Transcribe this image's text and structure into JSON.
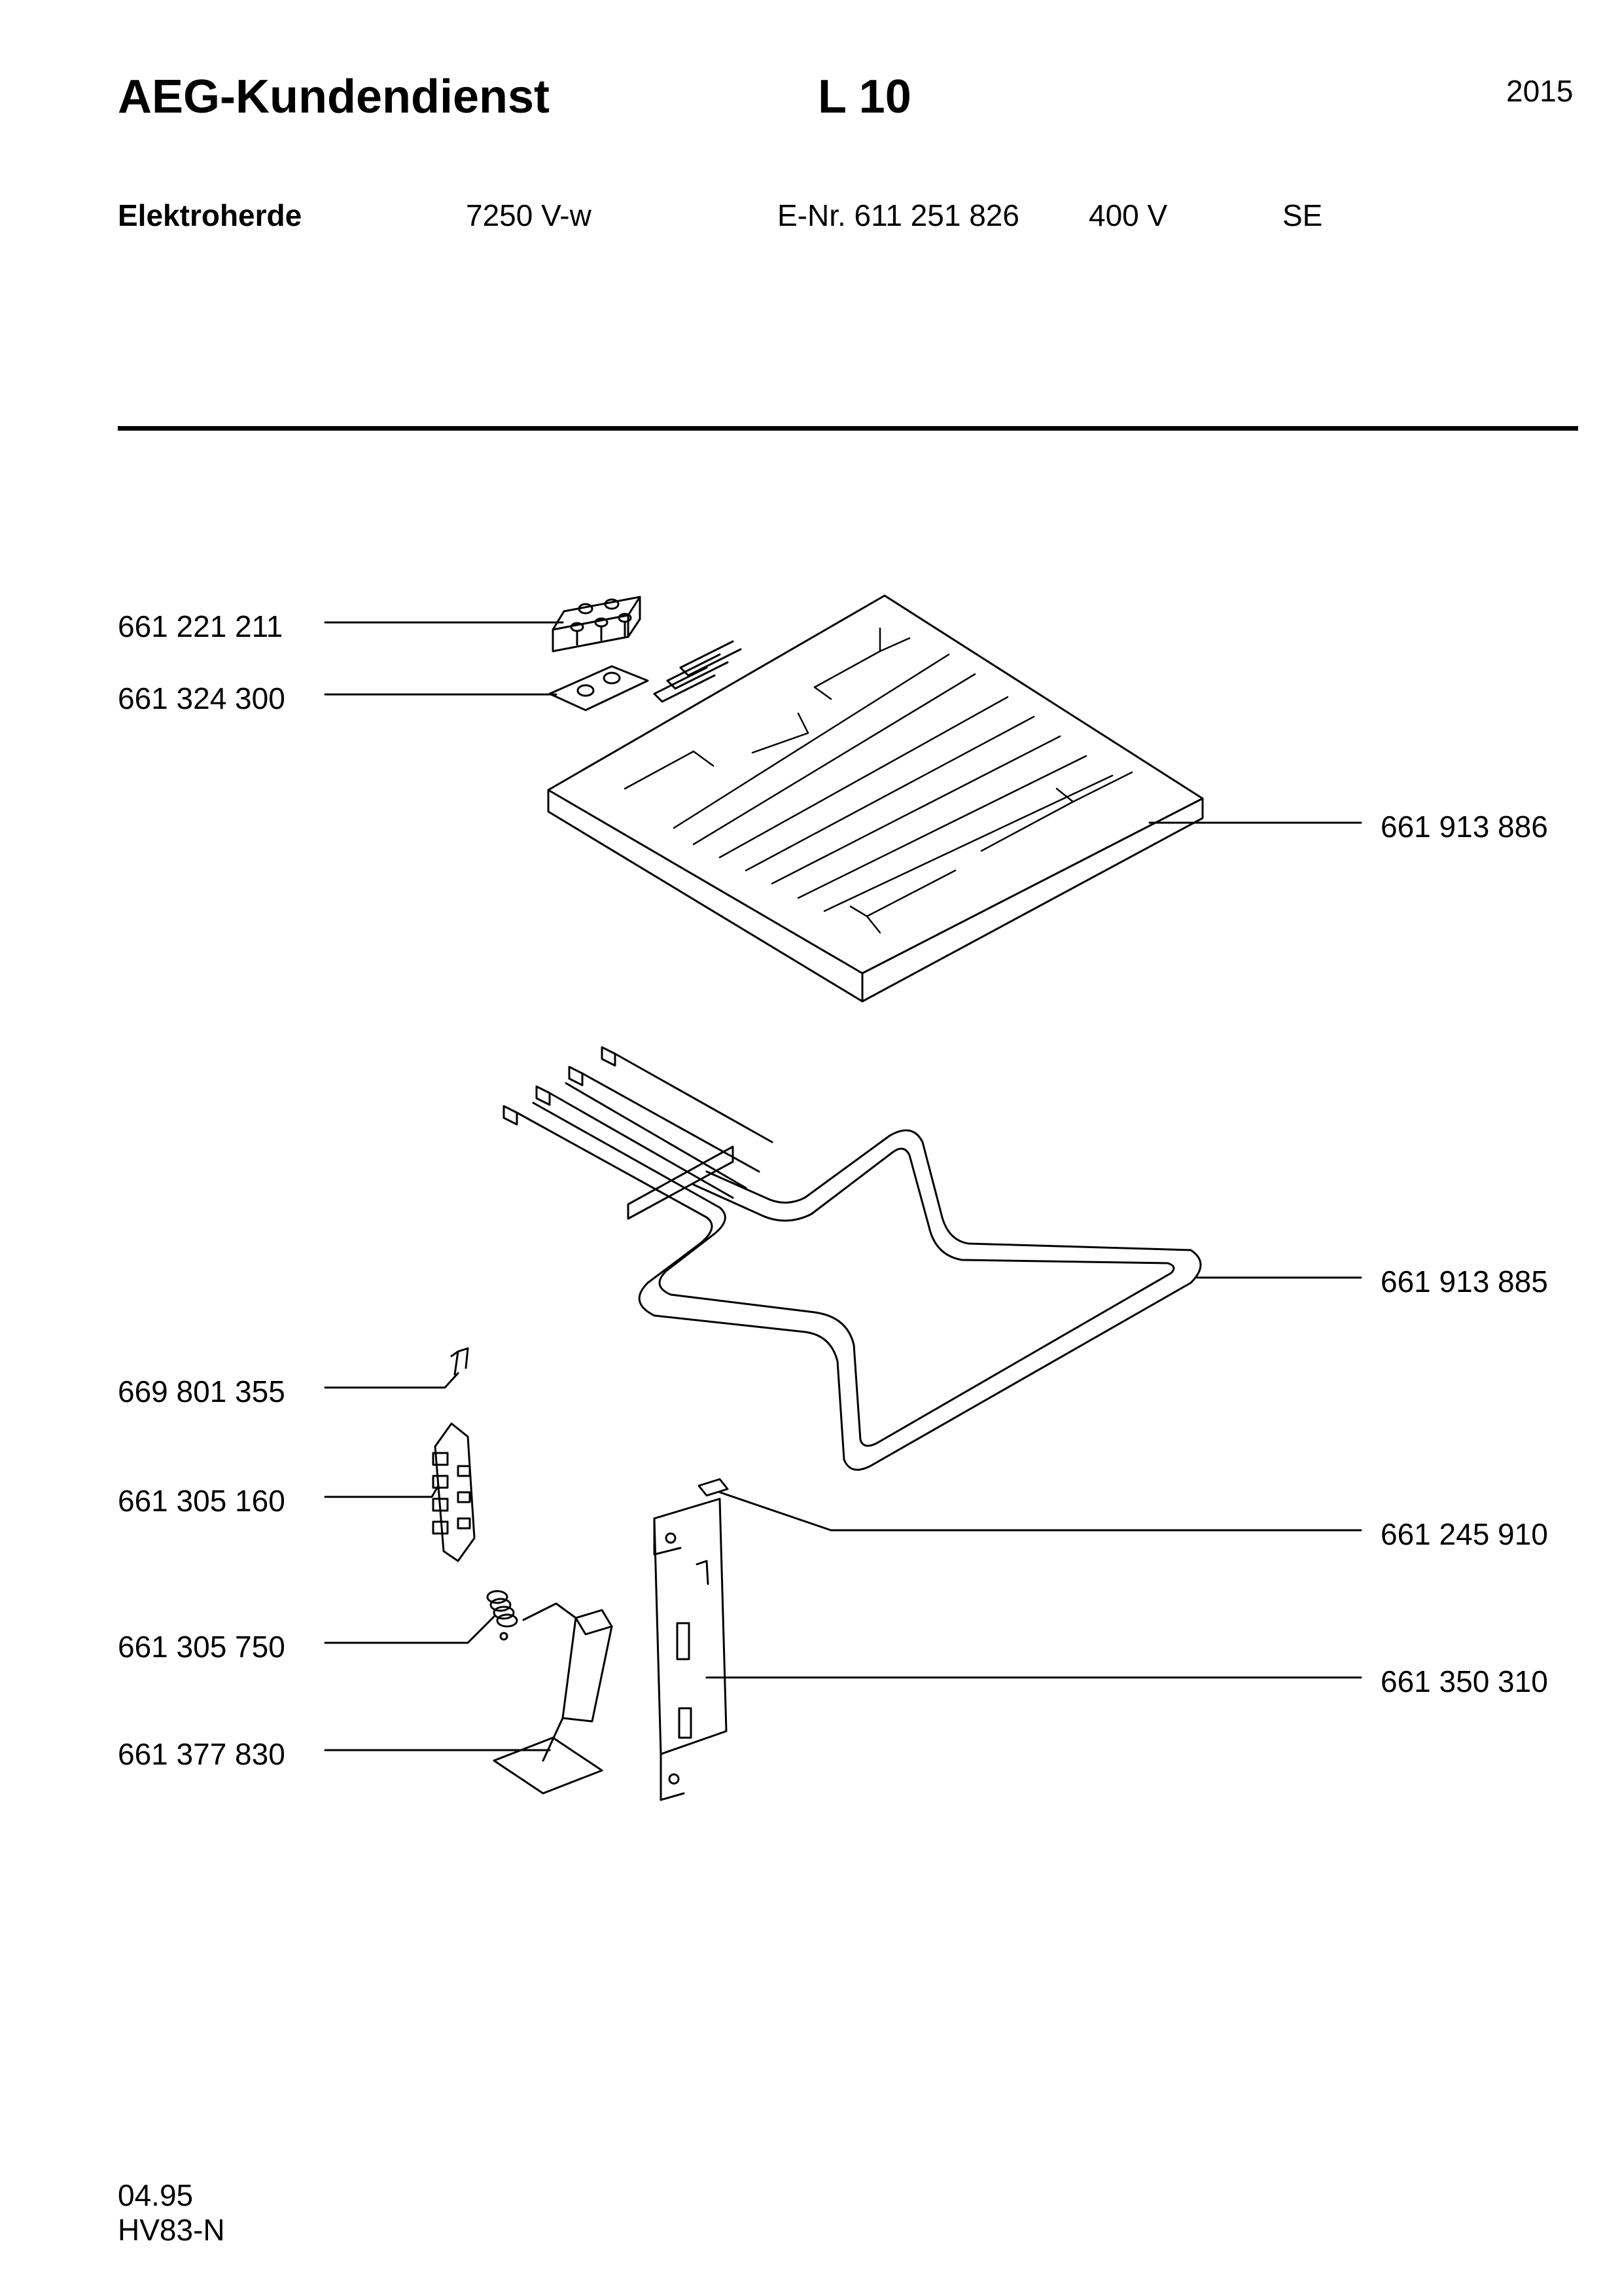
{
  "header": {
    "brand": "AEG-Kundendienst",
    "model": "L 10",
    "page_number": "2015"
  },
  "product_line": {
    "category": "Elektroherde",
    "model_variant": "7250 V-w",
    "e_nr": "E-Nr. 611 251 826",
    "voltage": "400 V",
    "country": "SE"
  },
  "parts": [
    {
      "part_no": "661 221 211",
      "depicts": "terminal-block"
    },
    {
      "part_no": "661 324 300",
      "depicts": "terminal-plate"
    },
    {
      "part_no": "661 913 886",
      "depicts": "top-heating-plate"
    },
    {
      "part_no": "661 913 885",
      "depicts": "grill-element"
    },
    {
      "part_no": "669 801 355",
      "depicts": "clip"
    },
    {
      "part_no": "661 305 160",
      "depicts": "cable-holder"
    },
    {
      "part_no": "661 245 910",
      "depicts": "small-connector"
    },
    {
      "part_no": "661 305 750",
      "depicts": "spring"
    },
    {
      "part_no": "661 350 310",
      "depicts": "mounting-bracket"
    },
    {
      "part_no": "661 377 830",
      "depicts": "support-foot"
    }
  ],
  "footer": {
    "date": "04.95",
    "code": "HV83-N"
  }
}
